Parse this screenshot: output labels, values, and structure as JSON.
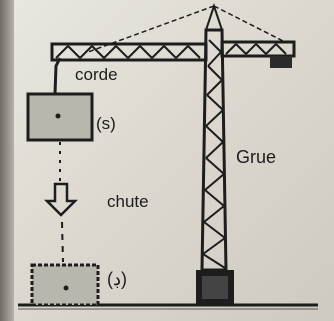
{
  "labels": {
    "rope": "corde",
    "block_top": "(s)",
    "crane": "Grue",
    "fall": "chute",
    "block_bottom": "(ڊ)"
  },
  "colors": {
    "ink": "#1d1d1d",
    "block_fill": "#b9b6ae",
    "paper": "#e2dfd8"
  }
}
